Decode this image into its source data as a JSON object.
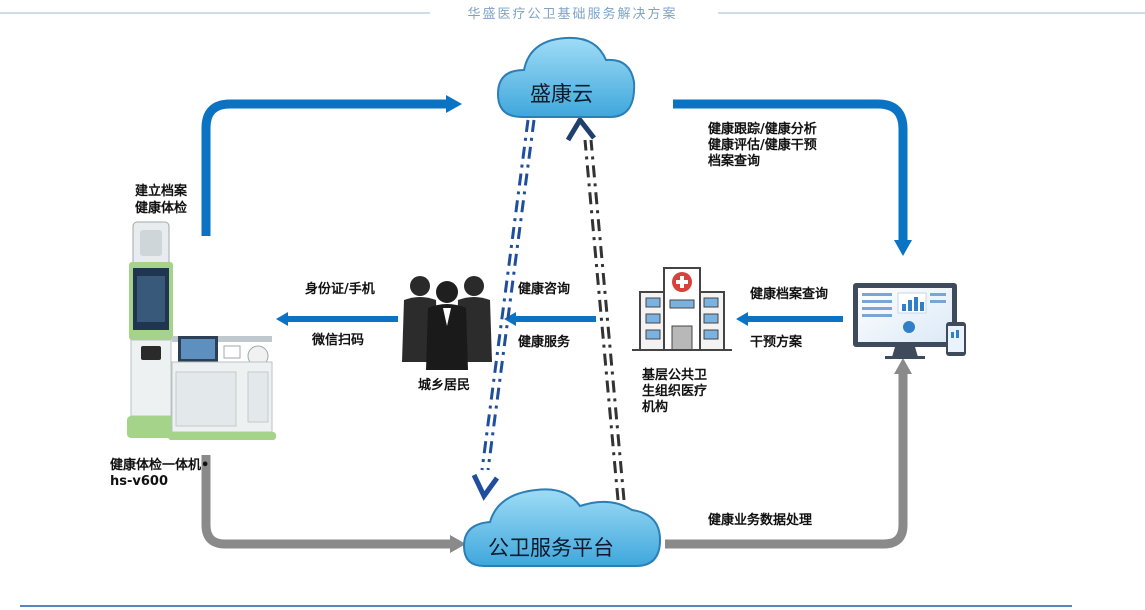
{
  "title": "华盛医疗公卫基础服务解决方案",
  "nodes": {
    "cloud_top": "盛康云",
    "cloud_bottom": "公卫服务平台",
    "residents": "城乡居民",
    "institution": [
      "基层公共卫",
      "生组织医疗",
      "机构"
    ],
    "machine": [
      "健康体检一体机•",
      "hs-v600"
    ]
  },
  "labels": {
    "build_archive": [
      "建立档案",
      "健康体检"
    ],
    "cloud_services": [
      "健康跟踪/健康分析",
      "健康评估/健康干预",
      "档案查询"
    ],
    "id_phone": "身份证/手机",
    "wechat_scan": "微信扫码",
    "consult": "健康咨询",
    "service": "健康服务",
    "archive_query": "健康档案查询",
    "intervention": "干预方案",
    "data_process": "健康业务数据处理"
  },
  "colors": {
    "blue_arrow": "#0a73c4",
    "gray_arrow": "#8a8a8a",
    "cloud": "#5ab8e6",
    "title": "#7fa3c6"
  }
}
